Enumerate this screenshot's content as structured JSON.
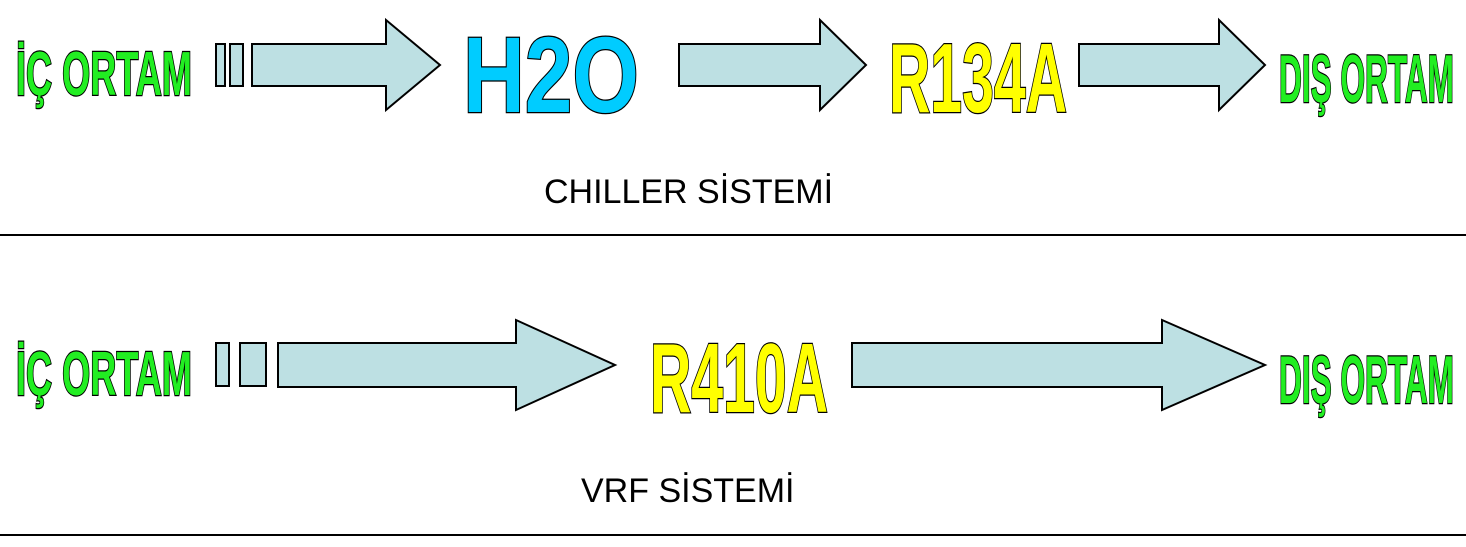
{
  "colors": {
    "inner_outer": "#22ee22",
    "water": "#00ccff",
    "refrigerant": "#ffff00",
    "arrow_fill": "#bde0e3"
  },
  "chiller": {
    "source": "İÇ ORTAM",
    "medium_1": "H2O",
    "medium_2": "R134A",
    "destination": "DIŞ ORTAM",
    "caption": "CHILLER SİSTEMİ"
  },
  "vrf": {
    "source": "İÇ ORTAM",
    "medium": "R410A",
    "destination": "DIŞ ORTAM",
    "caption": "VRF SİSTEMİ"
  }
}
